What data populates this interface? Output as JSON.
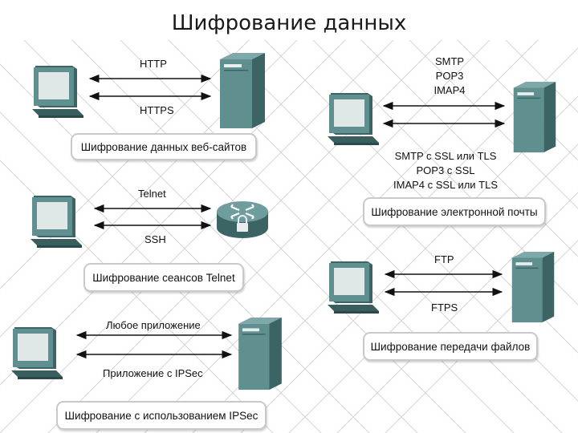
{
  "title": "Шифрование данных",
  "icons": {
    "computer": "computer-icon",
    "server": "server-icon",
    "router": "router-icon"
  },
  "colors": {
    "device_teal": "#5f8f8f",
    "device_dark": "#3d6464",
    "link_arrow": "#111111",
    "grid_line": "#cfcfcf",
    "caption_border": "#c9c9c9"
  },
  "sections": {
    "web": {
      "top_protocol": "HTTP",
      "bottom_protocol": "HTTPS",
      "caption": "Шифрование данных веб-сайтов"
    },
    "mail": {
      "plain_protocols": [
        "SMTP",
        "POP3",
        "IMAP4"
      ],
      "secure_protocols": [
        "SMTP с SSL или TLS",
        "POP3 с SSL",
        "IMAP4 с SSL или TLS"
      ],
      "caption": "Шифрование электронной почты"
    },
    "telnet": {
      "top_protocol": "Telnet",
      "bottom_protocol": "SSH",
      "caption": "Шифрование сеансов Telnet"
    },
    "ftp": {
      "top_protocol": "FTP",
      "bottom_protocol": "FTPS",
      "caption": "Шифрование передачи файлов"
    },
    "ipsec": {
      "top_protocol": "Любое приложение",
      "bottom_protocol": "Приложение с IPSec",
      "caption": "Шифрование с использованием IPSec"
    }
  }
}
